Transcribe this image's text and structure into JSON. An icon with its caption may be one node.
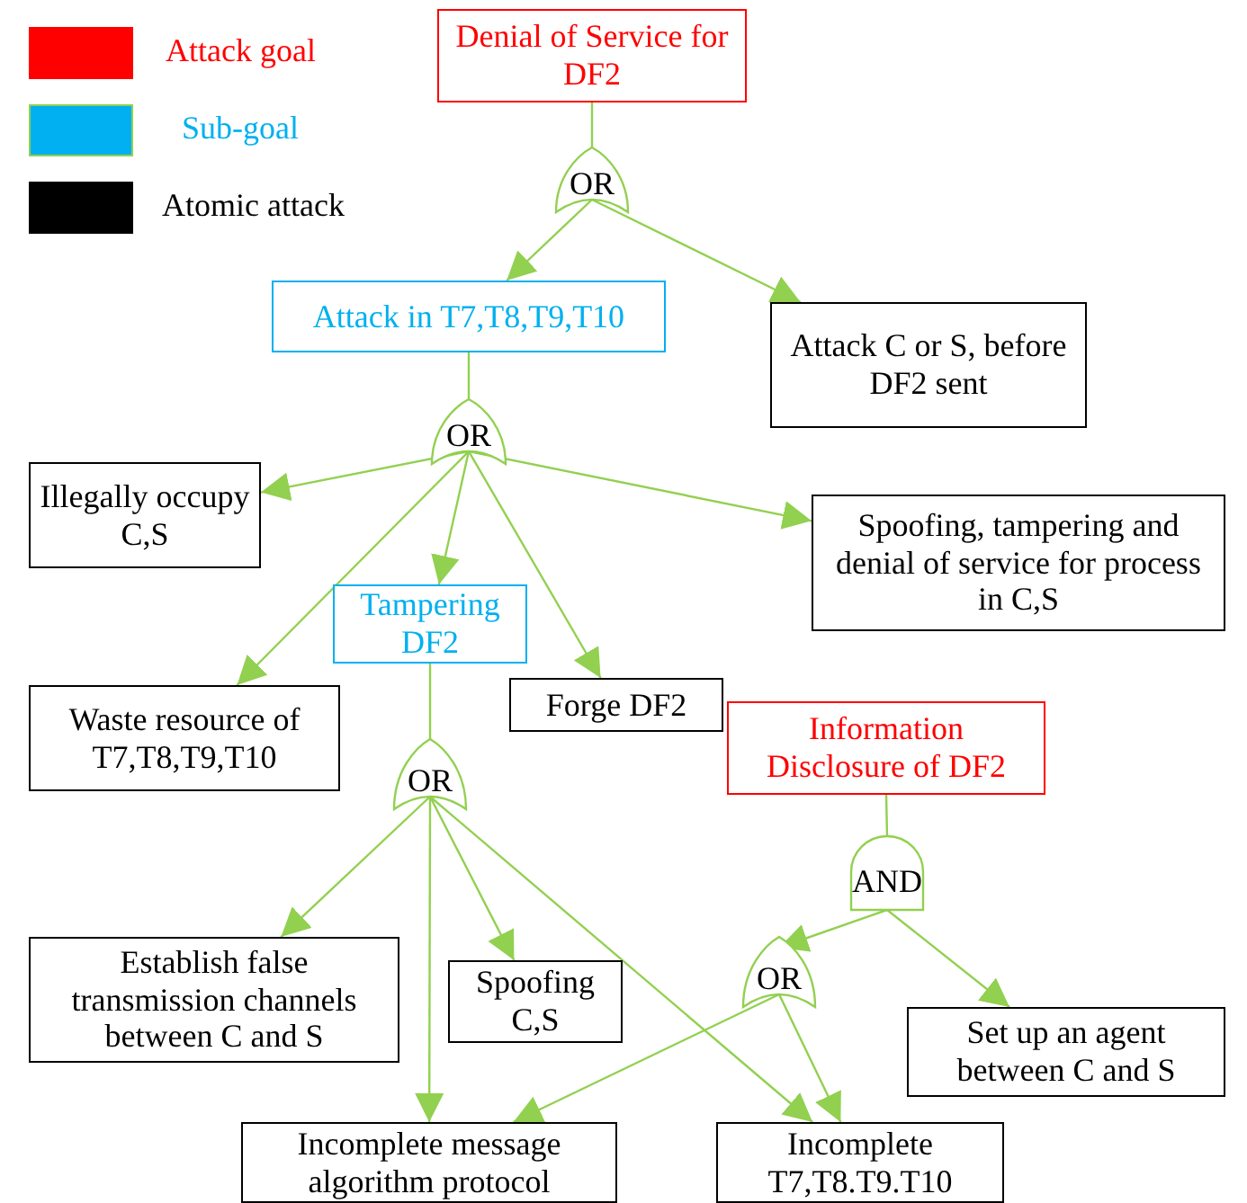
{
  "diagram": {
    "nodes": [
      {
        "text": [
          "Denial of Service for DF2"
        ]
      },
      {
        "text": [
          "OR"
        ]
      },
      {
        "text": [
          "Attack in T7,T8,T9,T10"
        ]
      },
      {
        "text": [
          "Attack C or S, before DF2 sent"
        ]
      },
      {
        "text": [
          "OR"
        ]
      },
      {
        "text": [
          "Illegally occupy C,S"
        ]
      },
      {
        "text": [
          "Spoofing, tampering and denial of service for process in C,S"
        ]
      },
      {
        "text": [
          "Tampering DF2"
        ]
      },
      {
        "text": [
          "Waste resource of T7,T8,T9,T10"
        ]
      },
      {
        "text": [
          "Forge DF2"
        ]
      },
      {
        "text": [
          "Information Disclosure of DF2"
        ]
      },
      {
        "text": [
          "OR"
        ]
      },
      {
        "text": [
          "AND"
        ]
      },
      {
        "text": [
          "Establish false transmission channels between C and S"
        ]
      },
      {
        "text": [
          "Spoofing C,S"
        ]
      },
      {
        "text": [
          "OR"
        ]
      },
      {
        "text": [
          "Set up an agent between C and S"
        ]
      },
      {
        "text": [
          "Incomplete message algorithm protocol"
        ]
      },
      {
        "text": [
          "Incomplete T7,T8.T9.T10"
        ]
      }
    ],
    "edges": [
      {
        "from": 0,
        "to": 1,
        "arrow": "none"
      },
      {
        "from": 1,
        "to": 2,
        "arrow": "to"
      },
      {
        "from": 1,
        "to": 3,
        "arrow": "to"
      },
      {
        "from": 2,
        "to": 4,
        "arrow": "none"
      },
      {
        "from": 4,
        "to": 5,
        "arrow": "to"
      },
      {
        "from": 4,
        "to": 6,
        "arrow": "to"
      },
      {
        "from": 4,
        "to": 7,
        "arrow": "to"
      },
      {
        "from": 4,
        "to": 8,
        "arrow": "to"
      },
      {
        "from": 4,
        "to": 9,
        "arrow": "to"
      },
      {
        "from": 7,
        "to": 11,
        "arrow": "none"
      },
      {
        "from": 11,
        "to": 13,
        "arrow": "to"
      },
      {
        "from": 11,
        "to": 17,
        "arrow": "to"
      },
      {
        "from": 11,
        "to": 14,
        "arrow": "to"
      },
      {
        "from": 11,
        "to": 18,
        "arrow": "to"
      },
      {
        "from": 10,
        "to": 12,
        "arrow": "none"
      },
      {
        "from": 12,
        "to": 15,
        "arrow": "to"
      },
      {
        "from": 12,
        "to": 16,
        "arrow": "to"
      },
      {
        "from": 15,
        "to": 17,
        "arrow": "to"
      },
      {
        "from": 15,
        "to": 18,
        "arrow": "to"
      }
    ],
    "legend": [
      {
        "text": "Attack goal",
        "color": "#ff0000"
      },
      {
        "text": "Sub-goal",
        "color": "#00b0f0"
      },
      {
        "text": "Atomic attack",
        "color": "#000000"
      }
    ]
  }
}
